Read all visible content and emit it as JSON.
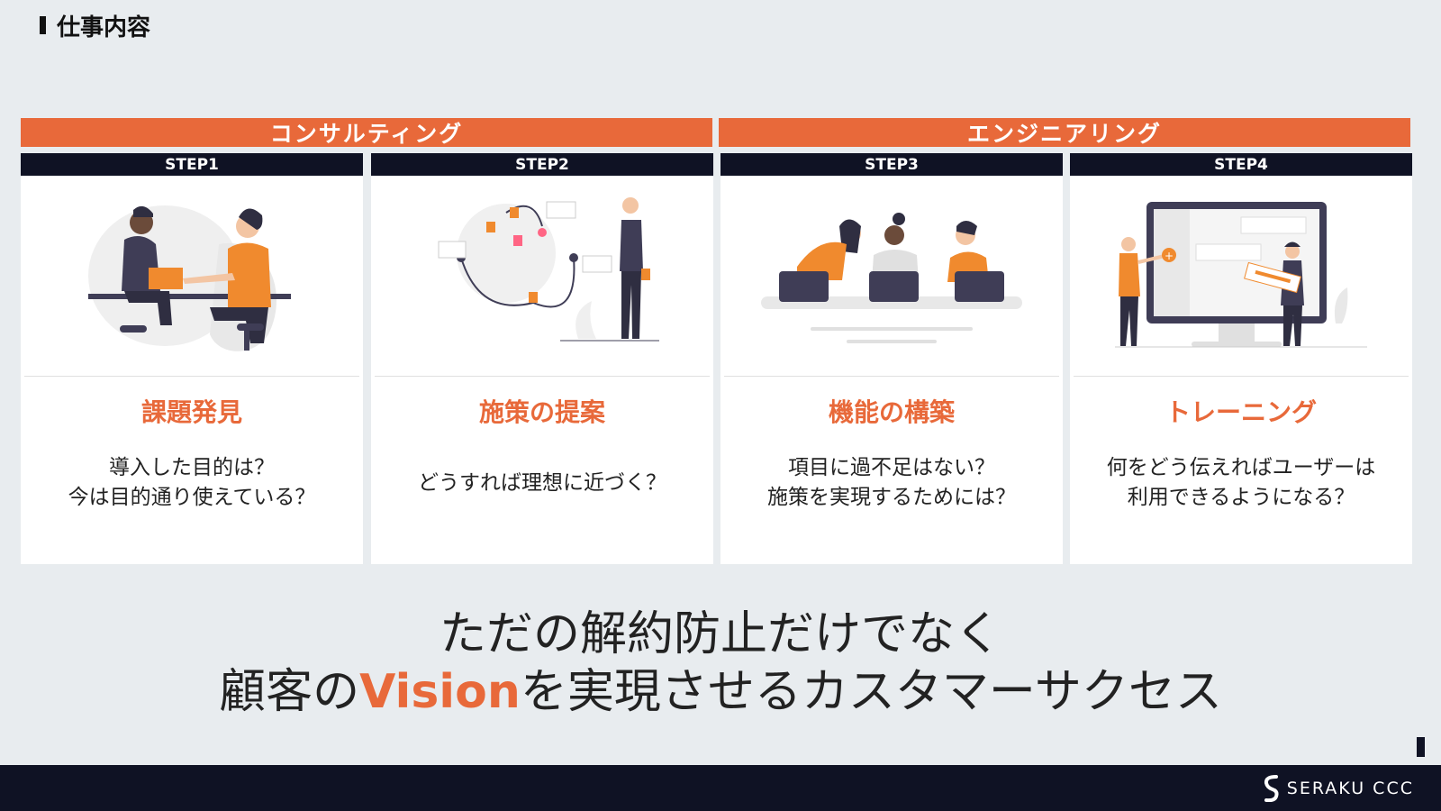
{
  "header": {
    "title": "仕事内容"
  },
  "bands": {
    "left": "コンサルティング",
    "right": "エンジニアリング"
  },
  "cards": [
    {
      "step": "STEP1",
      "title": "課題発見",
      "lines": [
        "導入した目的は？",
        "今は目的通り使えている？"
      ],
      "illustration": "handshake-illustration"
    },
    {
      "step": "STEP2",
      "title": "施策の提案",
      "lines": [
        "どうすれば理想に近づく？"
      ],
      "illustration": "proposal-flow-illustration"
    },
    {
      "step": "STEP3",
      "title": "機能の構築",
      "lines": [
        "項目に過不足はない？",
        "施策を実現するためには？"
      ],
      "illustration": "team-laptops-illustration"
    },
    {
      "step": "STEP4",
      "title": "トレーニング",
      "lines": [
        "何をどう伝えればユーザーは",
        "利用できるようになる？"
      ],
      "illustration": "monitor-training-illustration"
    }
  ],
  "tagline": {
    "line1": "ただの解約防止だけでなく",
    "line2_prefix": "顧客の",
    "line2_accent": "Vision",
    "line2_suffix": "を実現させるカスタマーサクセス"
  },
  "footer": {
    "logo_text": "SERAKU CCC"
  },
  "colors": {
    "accent": "#e8693a",
    "dark": "#0f1224",
    "background": "#e8ecef"
  }
}
